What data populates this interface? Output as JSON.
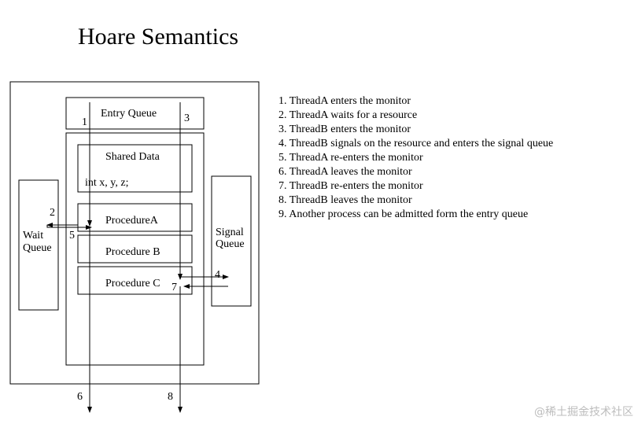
{
  "title": "Hoare Semantics",
  "diagram": {
    "entry_queue": "Entry Queue",
    "shared_data": "Shared Data",
    "variables": "int x, y, z;",
    "procedure_a": "ProcedureA",
    "procedure_b": "Procedure B",
    "procedure_c": "Procedure C",
    "wait_queue_line1": "Wait",
    "wait_queue_line2": "Queue",
    "signal_queue_line1": "Signal",
    "signal_queue_line2": "Queue",
    "step_labels": [
      "1",
      "2",
      "3",
      "4",
      "5",
      "6",
      "7",
      "8"
    ]
  },
  "steps": [
    "1. ThreadA enters the monitor",
    "2. ThreadA waits for a resource",
    "3. ThreadB enters the monitor",
    "4. ThreadB signals on the resource and enters the signal queue",
    "5. ThreadA re-enters the monitor",
    "6. ThreadA leaves the monitor",
    "7. ThreadB re-enters the monitor",
    "8. ThreadB leaves the monitor",
    "9. Another process can be admitted form the entry queue"
  ],
  "watermark": "@稀土掘金技术社区"
}
